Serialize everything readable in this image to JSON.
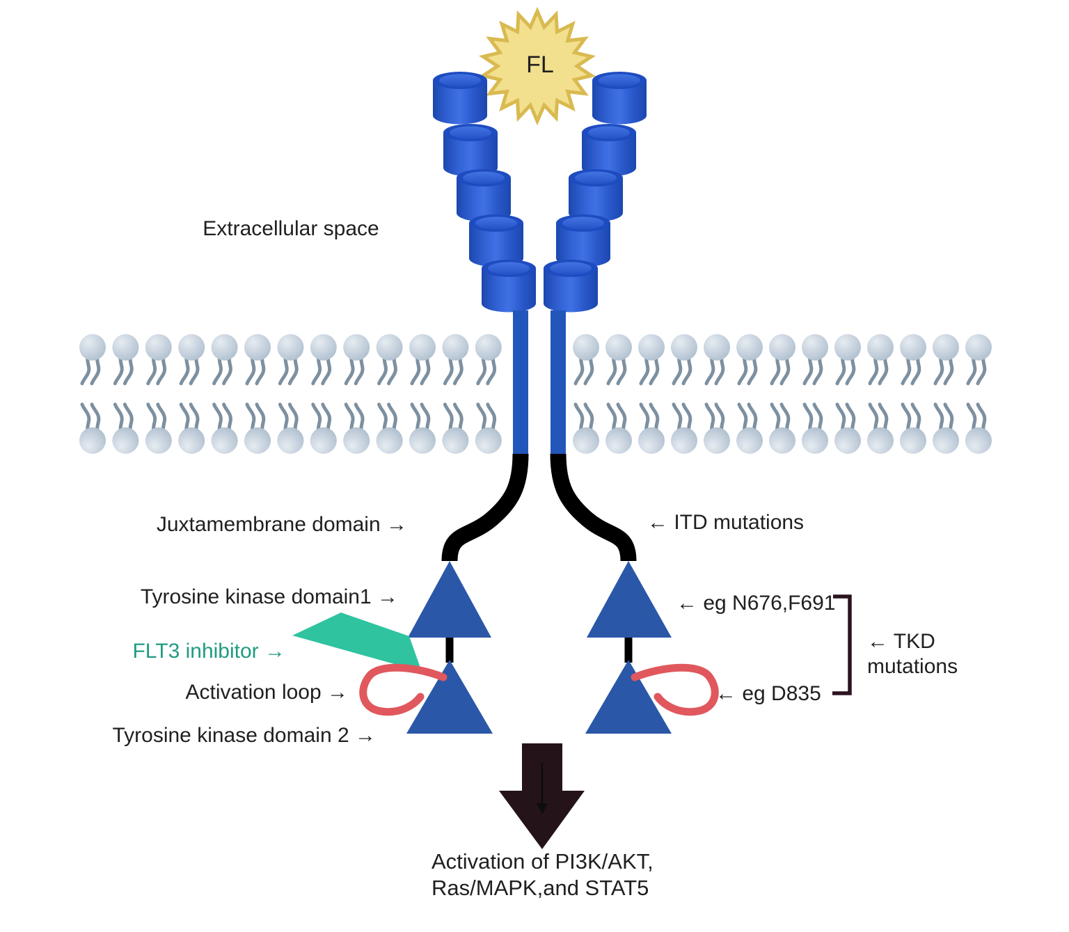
{
  "figure": {
    "ligand_label": "FL",
    "labels": {
      "extracellular": "Extracellular space",
      "juxtamembrane": "Juxtamembrane domain →",
      "itd_mutations": "← ITD mutations",
      "tkd1": "Tyrosine kinase domain1 →",
      "flt3_inhibitor": "FLT3 inhibitor →",
      "n676": "← eg N676,F691",
      "activation_loop": "Activation loop →",
      "d835": "← eg D835",
      "tkd2": "Tyrosine kinase domain 2 →",
      "tkd_mutations_line1": "← TKD",
      "tkd_mutations_line2": "mutations",
      "caption_line1": "Activation of PI3K/AKT,",
      "caption_line2": "Ras/MAPK,and STAT5"
    },
    "colors": {
      "cylinder_blue": "#2e5fd2",
      "stalk_blue": "#2356bb",
      "triangle_blue": "#2a57a8",
      "teal": "#2fc3a0",
      "teal_text": "#1f9b82",
      "red_loop": "#e0585d",
      "star_fill": "#f2e08e",
      "star_stroke": "#d9ba50",
      "membrane_head": "#bac7d4",
      "membrane_tail": "#7d90a0",
      "black": "#000000",
      "arrow_dark": "#241419",
      "bracket": "#2b1420",
      "text": "#1f1f1f"
    }
  }
}
